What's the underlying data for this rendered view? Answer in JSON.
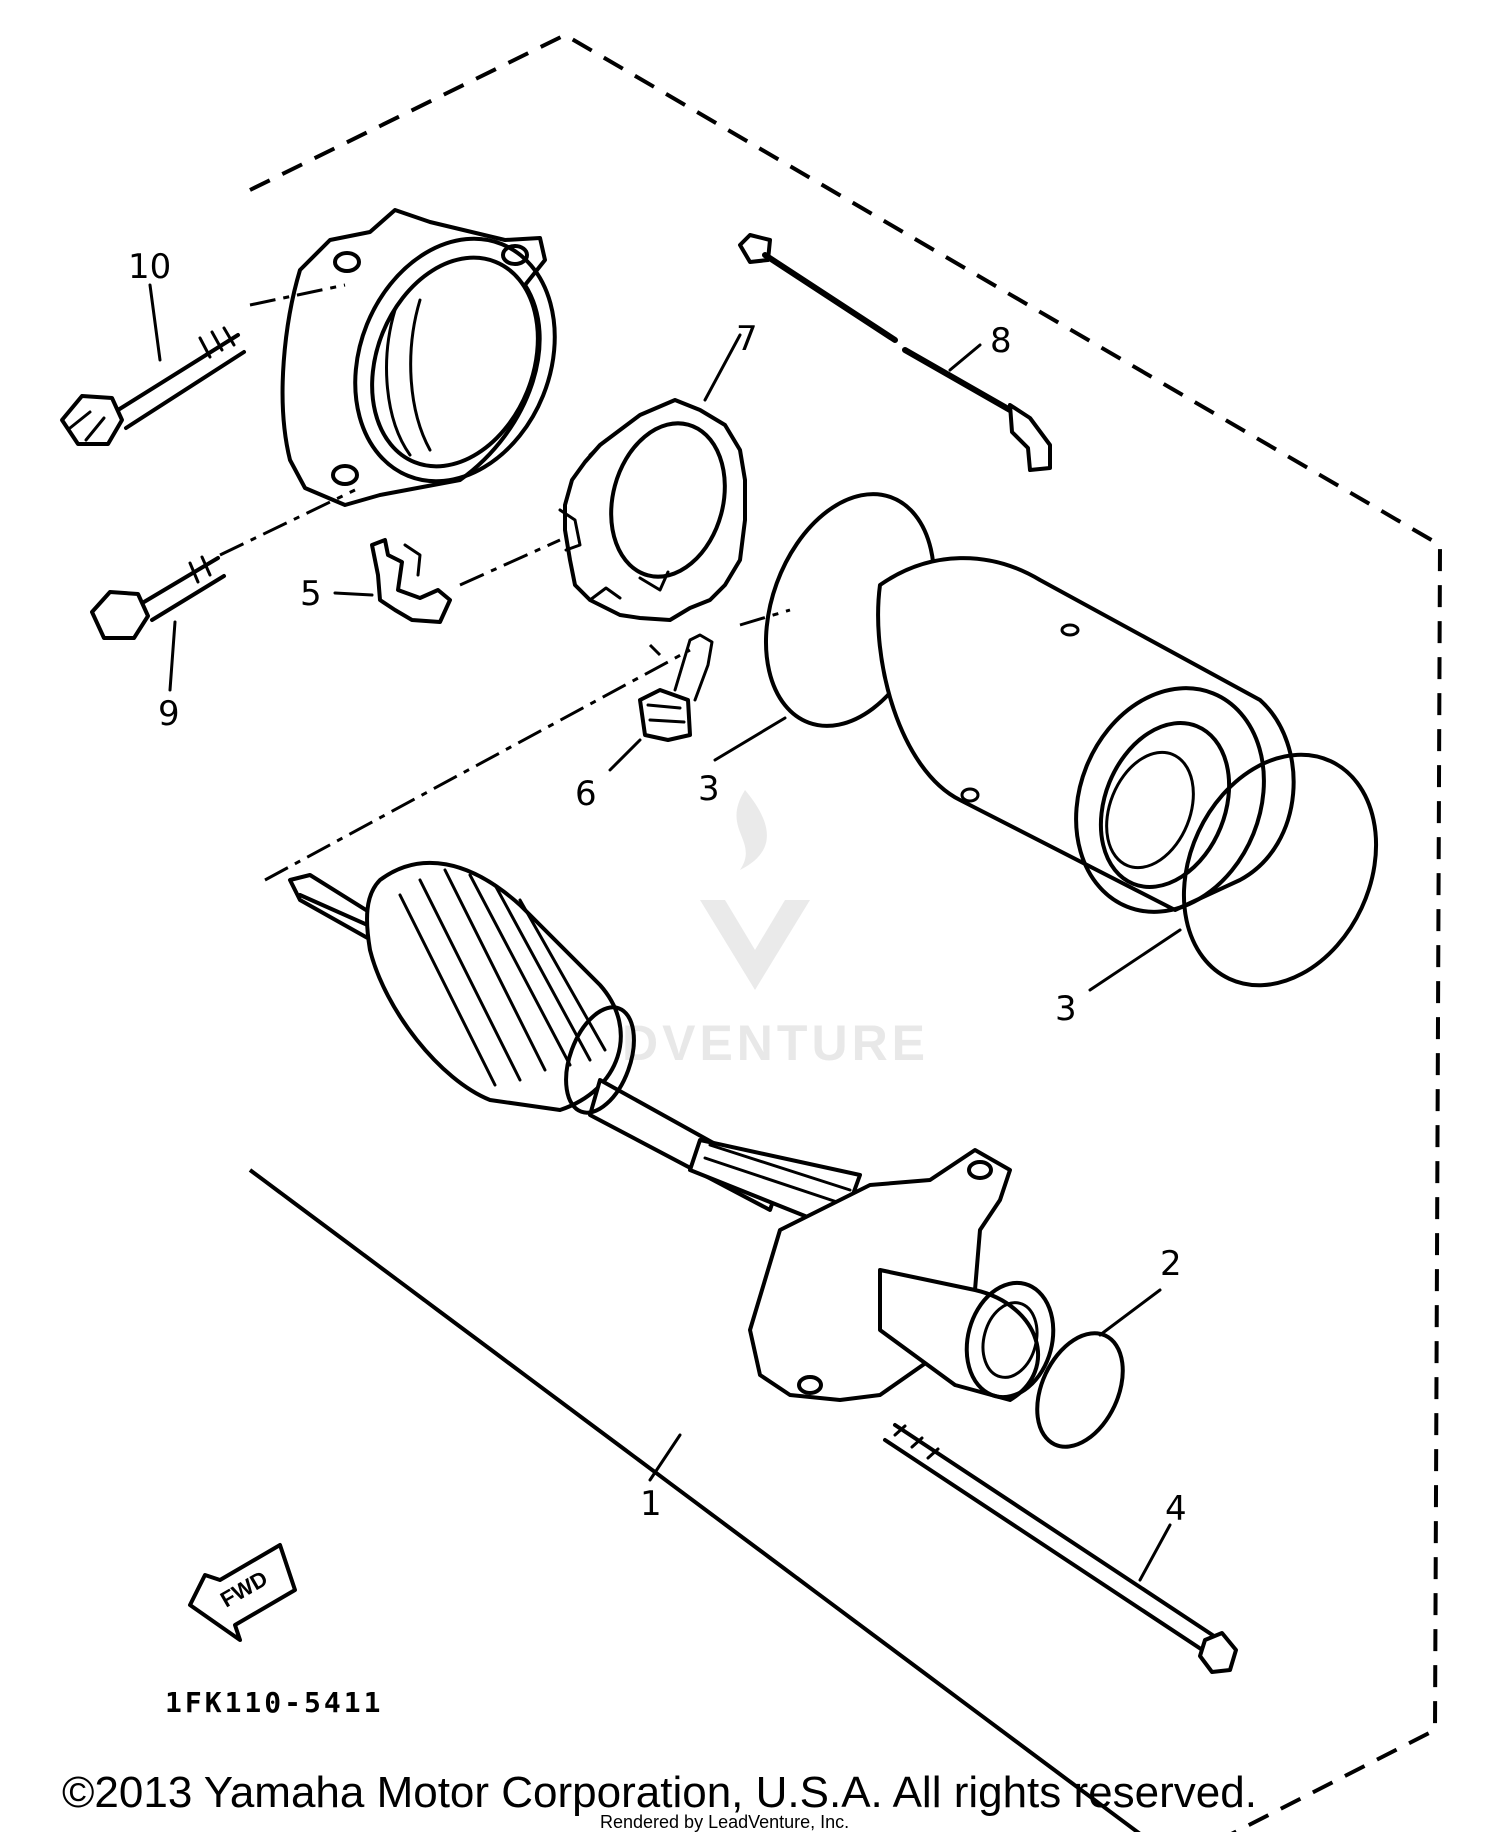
{
  "diagram": {
    "part_numbers": [
      "1",
      "2",
      "3",
      "3",
      "4",
      "5",
      "6",
      "7",
      "8",
      "9",
      "10"
    ],
    "direction_label": "FWD",
    "drawing_code": "1FK110-5411",
    "copyright": "©2013 Yamaha Motor Corporation, U.S.A. All rights reserved.",
    "rendered_by": "Rendered by LeadVenture, Inc.",
    "watermark": "LEADVENTURE"
  }
}
